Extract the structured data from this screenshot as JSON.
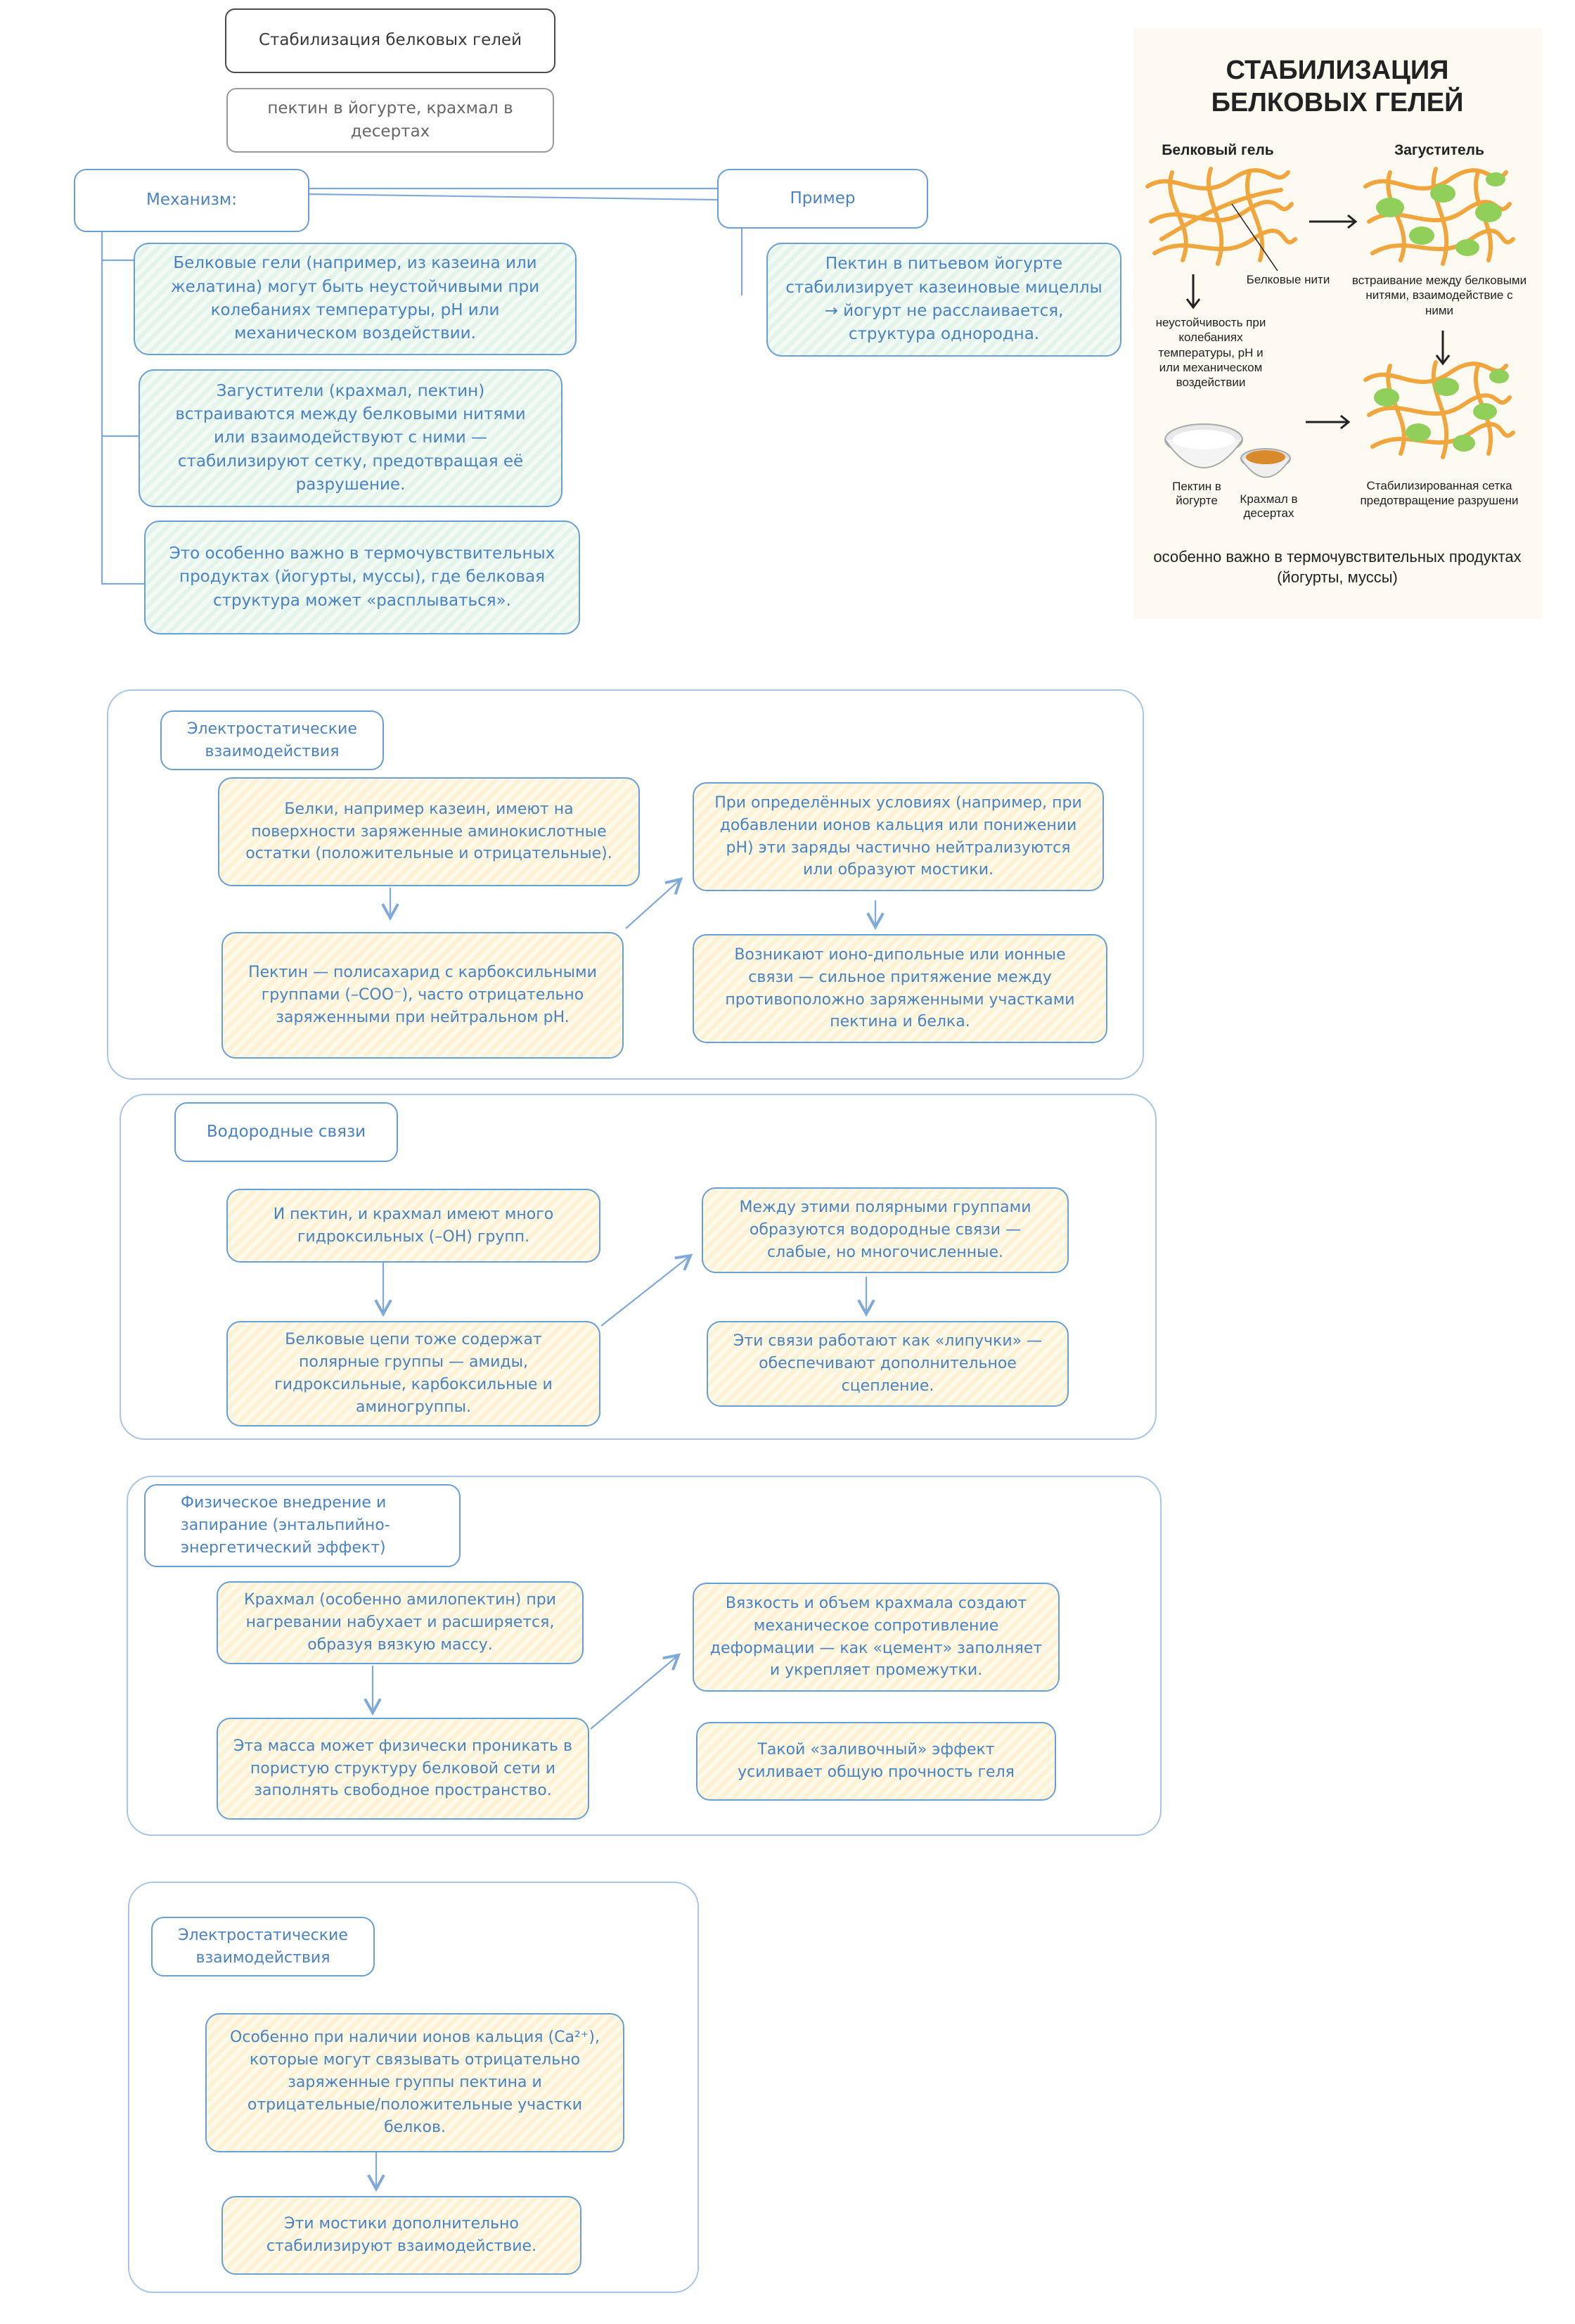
{
  "title": "Стабилизация белковых гелей",
  "subtitle": "пектин в йогурте, крахмал в десертах",
  "mechanism": {
    "label": "Механизм:",
    "items": [
      "Белковые гели (например, из казеина или желатина) могут быть неустойчивыми при колебаниях температуры, pH или механическом воздействии.",
      "Загустители (крахмал, пектин) встраиваются между белковыми нитями или взаимодействуют с ними — стабилизируют сетку, предотвращая её разрушение.",
      "Это особенно важно в термочувствительных продуктах (йогурты, муссы), где белковая структура может «расплываться»."
    ]
  },
  "example": {
    "label": "Пример",
    "text": "Пектин в питьевом йогурте стабилизирует казеиновые мицеллы → йогурт не расслаивается, структура однородна."
  },
  "electrostatic": {
    "label": "Электростатические взаимодействия",
    "left_top": "Белки, например казеин, имеют на поверхности заряженные аминокислотные остатки (положительные и отрицательные).",
    "left_bottom": "Пектин — полисахарид с карбоксильными группами (–COO⁻), часто отрицательно заряженными при нейтральном pH.",
    "right_top": "При определённых условиях (например, при добавлении ионов кальция или понижении pH) эти заряды частично нейтрализуются или образуют мостики.",
    "right_bottom": "Возникают ионо-дипольные или ионные связи — сильное притяжение между противоположно заряженными участками пектина и белка."
  },
  "hydrogen": {
    "label": "Водородные связи",
    "left_top": "И пектин, и крахмал имеют много гидроксильных (–OH) групп.",
    "left_bottom": "Белковые цепи тоже содержат полярные группы — амиды, гидроксильные, карбоксильные и аминогруппы.",
    "right_top": "Между этими полярными группами образуются водородные связи — слабые, но многочисленные.",
    "right_bottom": "Эти связи работают как «липучки» — обеспечивают дополнительное сцепление."
  },
  "physical": {
    "label": "Физическое внедрение и запирание (энтальпийно-энергетический эффект)",
    "left_top": "Крахмал (особенно амилопектин) при нагревании набухает и расширяется, образуя вязкую массу.",
    "left_bottom": "Эта масса может физически проникать в пористую структуру белковой сети и заполнять свободное пространство.",
    "right_top": "Вязкость и объем крахмала создают механическое сопротивление деформации — как «цемент» заполняет и укрепляет промежутки.",
    "right_bottom": "Такой «заливочный» эффект усиливает общую прочность геля"
  },
  "electrostatic2": {
    "label": "Электростатические взаимодействия",
    "top": "Особенно при наличии ионов кальция (Ca²⁺), которые могут связывать отрицательно заряженные группы пектина и отрицательные/положительные участки белков.",
    "bottom": "Эти мостики дополнительно стабилизируют взаимодействие."
  },
  "infographic": {
    "title": "СТАБИЛИЗАЦИЯ БЕЛКОВЫХ ГЕЛЕЙ",
    "protein_gel": "Белковый гель",
    "thickener": "Загуститель",
    "protein_fibers": "Белковые нити",
    "embedding": "встраивание между белковыми нитями, взаимодействие с ними",
    "instability": "неустойчивость при колебаниях температуры, pH и или механическом воздействии",
    "pectin": "Пектин в йогурте",
    "starch": "Крахмал в десертах",
    "stabilized": "Стабилизированная сетка предотвращение разрушени",
    "note": "особенно важно в термочувствительных продуктах (йогурты, муссы)",
    "colors": {
      "fiber": "#f0a63c",
      "thickener": "#8fcf5a",
      "background": "#fcfaf1"
    }
  }
}
